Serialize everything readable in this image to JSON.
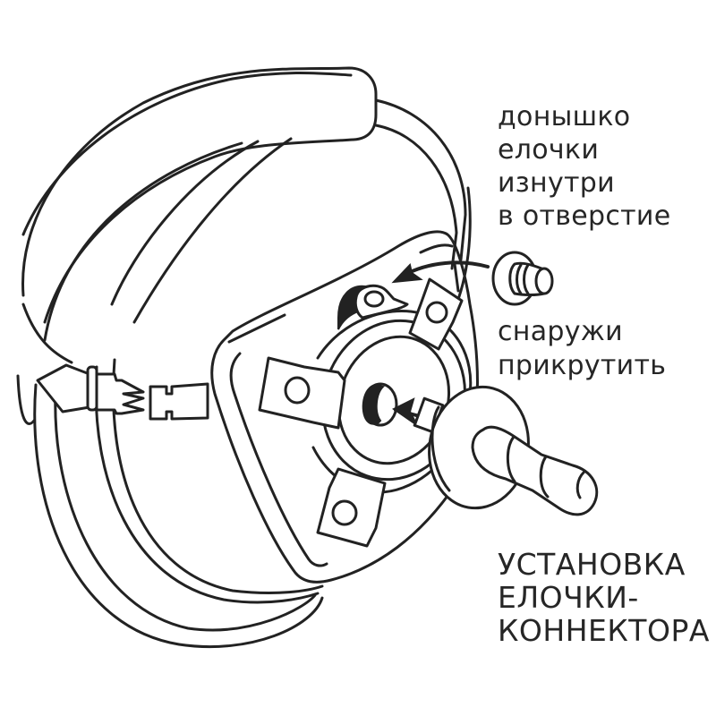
{
  "diagram": {
    "subject": "harness with connector plug installation",
    "line_color": "#222222",
    "background": "#ffffff",
    "parts": [
      "harness-belt",
      "harness-strap",
      "buckle",
      "base-plate",
      "ring-mount",
      "three-tabs",
      "center-hole",
      "connector-base",
      "connector-plug",
      "arrow-inside",
      "arrow-outside"
    ]
  },
  "labels": {
    "inside_instruction": {
      "lines": [
        "донышко",
        "елочки",
        "изнутри",
        "в отверстие"
      ]
    },
    "outside_instruction": {
      "lines": [
        "снаружи",
        "прикрутить"
      ]
    },
    "title": {
      "lines": [
        "УСТАНОВКА",
        "ЕЛОЧКИ-",
        "КОННЕКТОРА"
      ]
    }
  }
}
